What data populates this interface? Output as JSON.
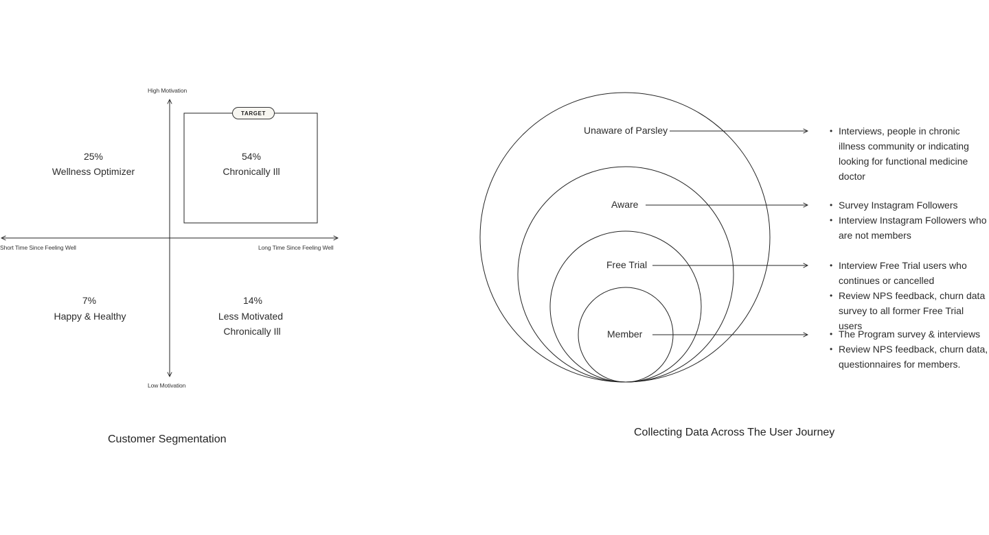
{
  "segmentation": {
    "title": "Customer Segmentation",
    "axes": {
      "top": "High Motivation",
      "bottom": "Low Motivation",
      "left": "Short Time Since Feeling Well",
      "right": "Long Time Since Feeling Well"
    },
    "target_label": "TARGET",
    "quadrants": {
      "top_left": {
        "percent": "25%",
        "name": "Wellness Optimizer"
      },
      "top_right": {
        "percent": "54%",
        "name": "Chronically Ill"
      },
      "bottom_left": {
        "percent": "7%",
        "name": "Happy & Healthy"
      },
      "bottom_right": {
        "percent": "14%",
        "name_line1": "Less Motivated",
        "name_line2": "Chronically Ill"
      }
    }
  },
  "journey": {
    "title": "Collecting Data Across The User Journey",
    "stages": [
      {
        "label": "Unaware of Parsley",
        "notes": [
          "Interviews, people in chronic illness community or indicating looking for functional medicine doctor"
        ]
      },
      {
        "label": "Aware",
        "notes": [
          "Survey Instagram Followers",
          "Interview Instagram Followers who are not members"
        ]
      },
      {
        "label": "Free Trial",
        "notes": [
          "Interview Free Trial users who continues or cancelled",
          "Review NPS feedback, churn data survey to all former Free Trial users"
        ]
      },
      {
        "label": "Member",
        "notes": [
          "The Program survey & interviews",
          "Review NPS feedback, churn data, questionnaires for members."
        ]
      }
    ]
  }
}
